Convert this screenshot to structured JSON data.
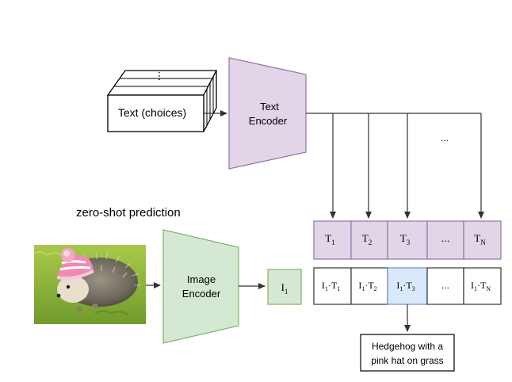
{
  "text_input": {
    "label": "Text (choices)",
    "dots": "⋮"
  },
  "text_encoder": {
    "line1": "Text",
    "line2": "Encoder",
    "color": "#e1d5e7"
  },
  "image_encoder": {
    "line1": "Image",
    "line2": "Encoder",
    "color": "#d5e8d4"
  },
  "caption": "zero-shot prediction",
  "ellipsis": "...",
  "image_embedding": {
    "base": "I",
    "sub": "1"
  },
  "text_embeddings": [
    {
      "base": "T",
      "sub": "1"
    },
    {
      "base": "T",
      "sub": "2"
    },
    {
      "base": "T",
      "sub": "3"
    },
    {
      "base": "...",
      "sub": ""
    },
    {
      "base": "T",
      "sub": "N"
    }
  ],
  "products": [
    {
      "a": "I",
      "asub": "1",
      "b": "T",
      "bsub": "1"
    },
    {
      "a": "I",
      "asub": "1",
      "b": "T",
      "bsub": "2"
    },
    {
      "a": "I",
      "asub": "1",
      "b": "T",
      "bsub": "3"
    },
    {
      "a": "...",
      "asub": "",
      "b": "",
      "bsub": ""
    },
    {
      "a": "I",
      "asub": "1",
      "b": "T",
      "bsub": "N"
    }
  ],
  "highlight_color": "#dae8fc",
  "prediction": {
    "line1": "Hedgehog with a",
    "line2": "pink hat on grass"
  },
  "photo": {
    "subject": "hedgehog wearing a pink knitted hat on grass"
  }
}
